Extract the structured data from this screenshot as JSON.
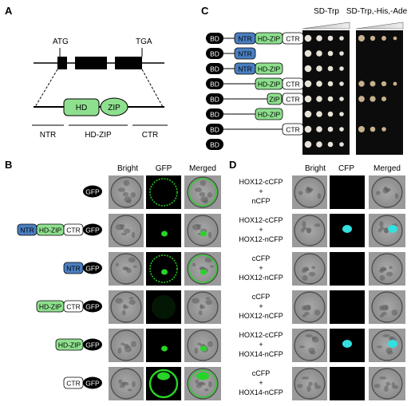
{
  "panels": {
    "a": "A",
    "b": "B",
    "c": "C",
    "d": "D"
  },
  "panel_a": {
    "atg": "ATG",
    "tga": "TGA",
    "hd": "HD",
    "zip": "ZIP",
    "regions": [
      "NTR",
      "HD-ZIP",
      "CTR"
    ]
  },
  "panel_b": {
    "headers": [
      "Bright",
      "GFP",
      "Merged"
    ],
    "rows": [
      {
        "domains": [],
        "tag": "GFP"
      },
      {
        "domains": [
          "NTR",
          "HD-ZIP",
          "CTR"
        ],
        "tag": "GFP"
      },
      {
        "domains": [
          "NTR"
        ],
        "tag": "GFP"
      },
      {
        "domains": [
          "HD-ZIP",
          "CTR"
        ],
        "tag": "GFP"
      },
      {
        "domains": [
          "HD-ZIP"
        ],
        "tag": "GFP"
      },
      {
        "domains": [
          "CTR"
        ],
        "tag": "GFP"
      }
    ]
  },
  "panel_c": {
    "media": [
      "SD-Trp",
      "SD-Trp,-His,-Ade"
    ],
    "bd": "BD",
    "rows": [
      {
        "domains": [
          "NTR",
          "HD-ZIP",
          "CTR"
        ],
        "sd": 4,
        "sel": 4
      },
      {
        "domains": [
          "NTR"
        ],
        "sd": 4,
        "sel": 0
      },
      {
        "domains": [
          "NTR",
          "HD-ZIP"
        ],
        "sd": 4,
        "sel": 0
      },
      {
        "domains": [
          "HD-ZIP",
          "CTR"
        ],
        "sd": 4,
        "sel": 4
      },
      {
        "domains": [
          "ZIP",
          "CTR"
        ],
        "sd": 4,
        "sel": 3
      },
      {
        "domains": [
          "HD-ZIP"
        ],
        "sd": 4,
        "sel": 0
      },
      {
        "domains": [
          "CTR"
        ],
        "sd": 4,
        "sel": 3
      },
      {
        "domains": [],
        "sd": 4,
        "sel": 0
      }
    ]
  },
  "panel_d": {
    "headers": [
      "Bright",
      "CFP",
      "Merged"
    ],
    "rows": [
      {
        "top": "HOX12-cCFP",
        "plus": "+",
        "bottom": "nCFP",
        "signal": false
      },
      {
        "top": "HOX12-cCFP",
        "plus": "+",
        "bottom": "HOX12-nCFP",
        "signal": true
      },
      {
        "top": "cCFP",
        "plus": "+",
        "bottom": "HOX12-nCFP",
        "signal": false
      },
      {
        "top": "cCFP",
        "plus": "+",
        "bottom": "HOX12-nCFP",
        "signal": false
      },
      {
        "top": "HOX12-cCFP",
        "plus": "+",
        "bottom": "HOX14-nCFP",
        "signal": true
      },
      {
        "top": "cCFP",
        "plus": "+",
        "bottom": "HOX14-nCFP",
        "signal": false
      }
    ]
  },
  "colors": {
    "ntr": "#4a7fc1",
    "hdzip": "#8ee08e",
    "gfp": "#27d427",
    "cfp": "#33e0e0"
  }
}
